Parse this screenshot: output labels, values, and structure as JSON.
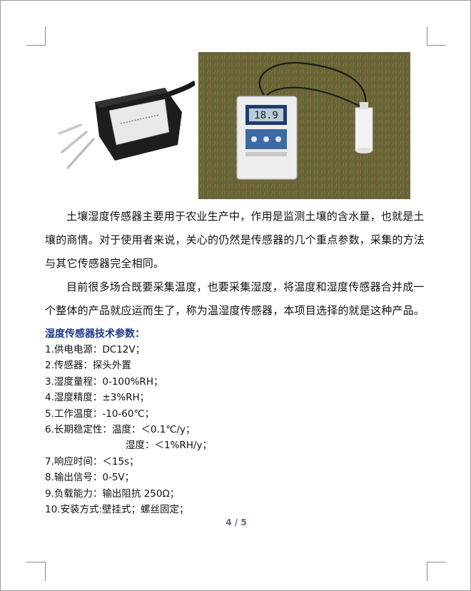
{
  "images": {
    "sensor_probe": "soil moisture sensor probe with three needles and cable",
    "field_photo": "handheld digital meter connected to probes on grass",
    "field_display_reading": "18.9"
  },
  "paragraphs": [
    "土壤湿度传感器主要用于农业生产中，作用是监测土壤的含水量，也就是土壤的商情。对于使用者来说，关心的仍然是传感器的几个重点参数，采集的方法与其它传感器完全相同。",
    "目前很多场合既要采集温度，也要采集湿度，将温度和湿度传感器合并成一个整体的产品就应运而生了，称为温湿度传感器，本项目选择的就是这种产品。"
  ],
  "specs_heading": "湿度传感器技术参数：",
  "specs": [
    "1.供电电源：DC12V；",
    "2.传感器：探头外置",
    "3.湿度量程：0-100%RH；",
    "4.湿度精度：±3%RH；",
    "5.工作温度：-10-60℃；",
    "6.长期稳定性：温度：＜0.1℃/y；",
    "湿度：＜1%RH/y；",
    "7.响应时间：＜15s；",
    "8.输出信号：0-5V；",
    "9.负载能力：输出阻抗 250Ω；",
    "10.安装方式:壁挂式；螺丝固定；"
  ],
  "page_number": "4 / 5",
  "colors": {
    "heading": "#1f3b8a",
    "page_number": "#5a6a8a"
  }
}
